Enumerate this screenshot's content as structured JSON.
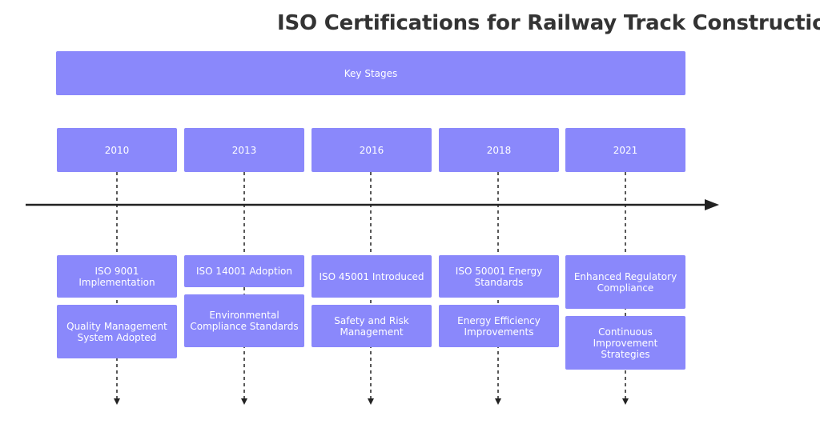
{
  "title": "ISO Certifications for Railway Track Construction",
  "header": "Key Stages",
  "stages": [
    {
      "year": "2010",
      "event": "ISO 9001 Implementation",
      "detail": "Quality Management System Adopted"
    },
    {
      "year": "2013",
      "event": "ISO 14001 Adoption",
      "detail": "Environmental Compliance Standards"
    },
    {
      "year": "2016",
      "event": "ISO 45001 Introduced",
      "detail": "Safety and Risk Management"
    },
    {
      "year": "2018",
      "event": "ISO 50001 Energy Standards",
      "detail": "Energy Efficiency Improvements"
    },
    {
      "year": "2021",
      "event": "Enhanced Regulatory Compliance",
      "detail": "Continuous Improvement Strategies"
    }
  ],
  "colors": {
    "box": "#8a88fb",
    "text": "#ffffff",
    "line": "#222222"
  }
}
